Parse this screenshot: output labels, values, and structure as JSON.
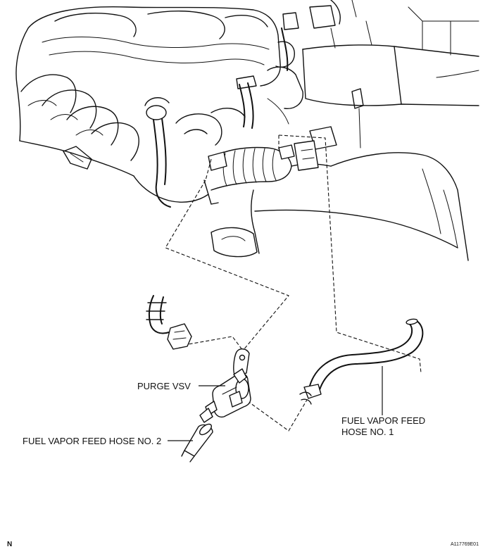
{
  "labels": {
    "purge_vsv": "PURGE VSV",
    "hose_no2": "FUEL VAPOR FEED HOSE NO. 2",
    "hose_no1_line1": "FUEL VAPOR FEED",
    "hose_no1_line2": "HOSE NO. 1"
  },
  "corner_mark": "N",
  "figure_id": "A117769E01"
}
